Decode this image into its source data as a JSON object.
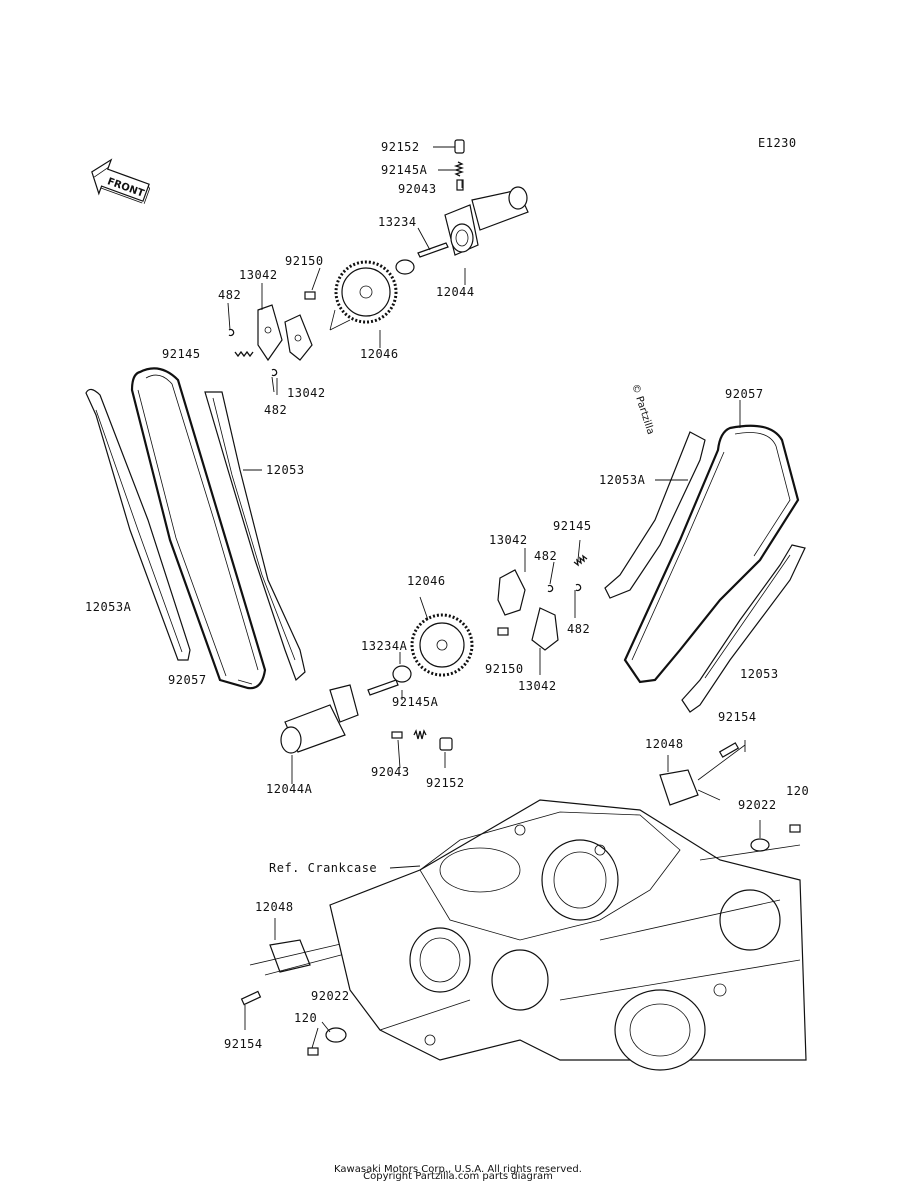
{
  "diagram": {
    "code": "E1230",
    "watermark": "© Partzilla",
    "front_arrow_text": "FRONT",
    "ref_label": "Ref. Crankcase",
    "labels": {
      "p92152_top": "92152",
      "p92145A_top": "92145A",
      "p92043_top": "92043",
      "p13234": "13234",
      "p12044": "12044",
      "p92150_top": "92150",
      "p13042_top": "13042",
      "p482_top": "482",
      "p92145_left": "92145",
      "p12046_top": "12046",
      "p13042_mid": "13042",
      "p482_mid": "482",
      "p12053_left": "12053",
      "p12053A_left": "12053A",
      "p92057_left": "92057",
      "p92057_right": "92057",
      "p12053A_right": "12053A",
      "p92145_right": "92145",
      "p13042_right_top": "13042",
      "p482_right_top": "482",
      "p482_right_mid": "482",
      "p12046_mid": "12046",
      "p13234A": "13234A",
      "p92150_mid": "92150",
      "p13042_right_bot": "13042",
      "p12053_right": "12053",
      "p92145A_mid": "92145A",
      "p12044A": "12044A",
      "p92043_bot": "92043",
      "p92152_bot": "92152",
      "p12048_right": "12048",
      "p92154_right": "92154",
      "p120_right": "120",
      "p92022_right": "92022",
      "p12048_left": "12048",
      "p92022_left": "92022",
      "p120_left": "120",
      "p92154_left": "92154"
    },
    "footer_line1": "Kawasaki Motors Corp., U.S.A. All rights reserved.",
    "footer_line2": "Copyright Partzilla.com parts diagram"
  }
}
